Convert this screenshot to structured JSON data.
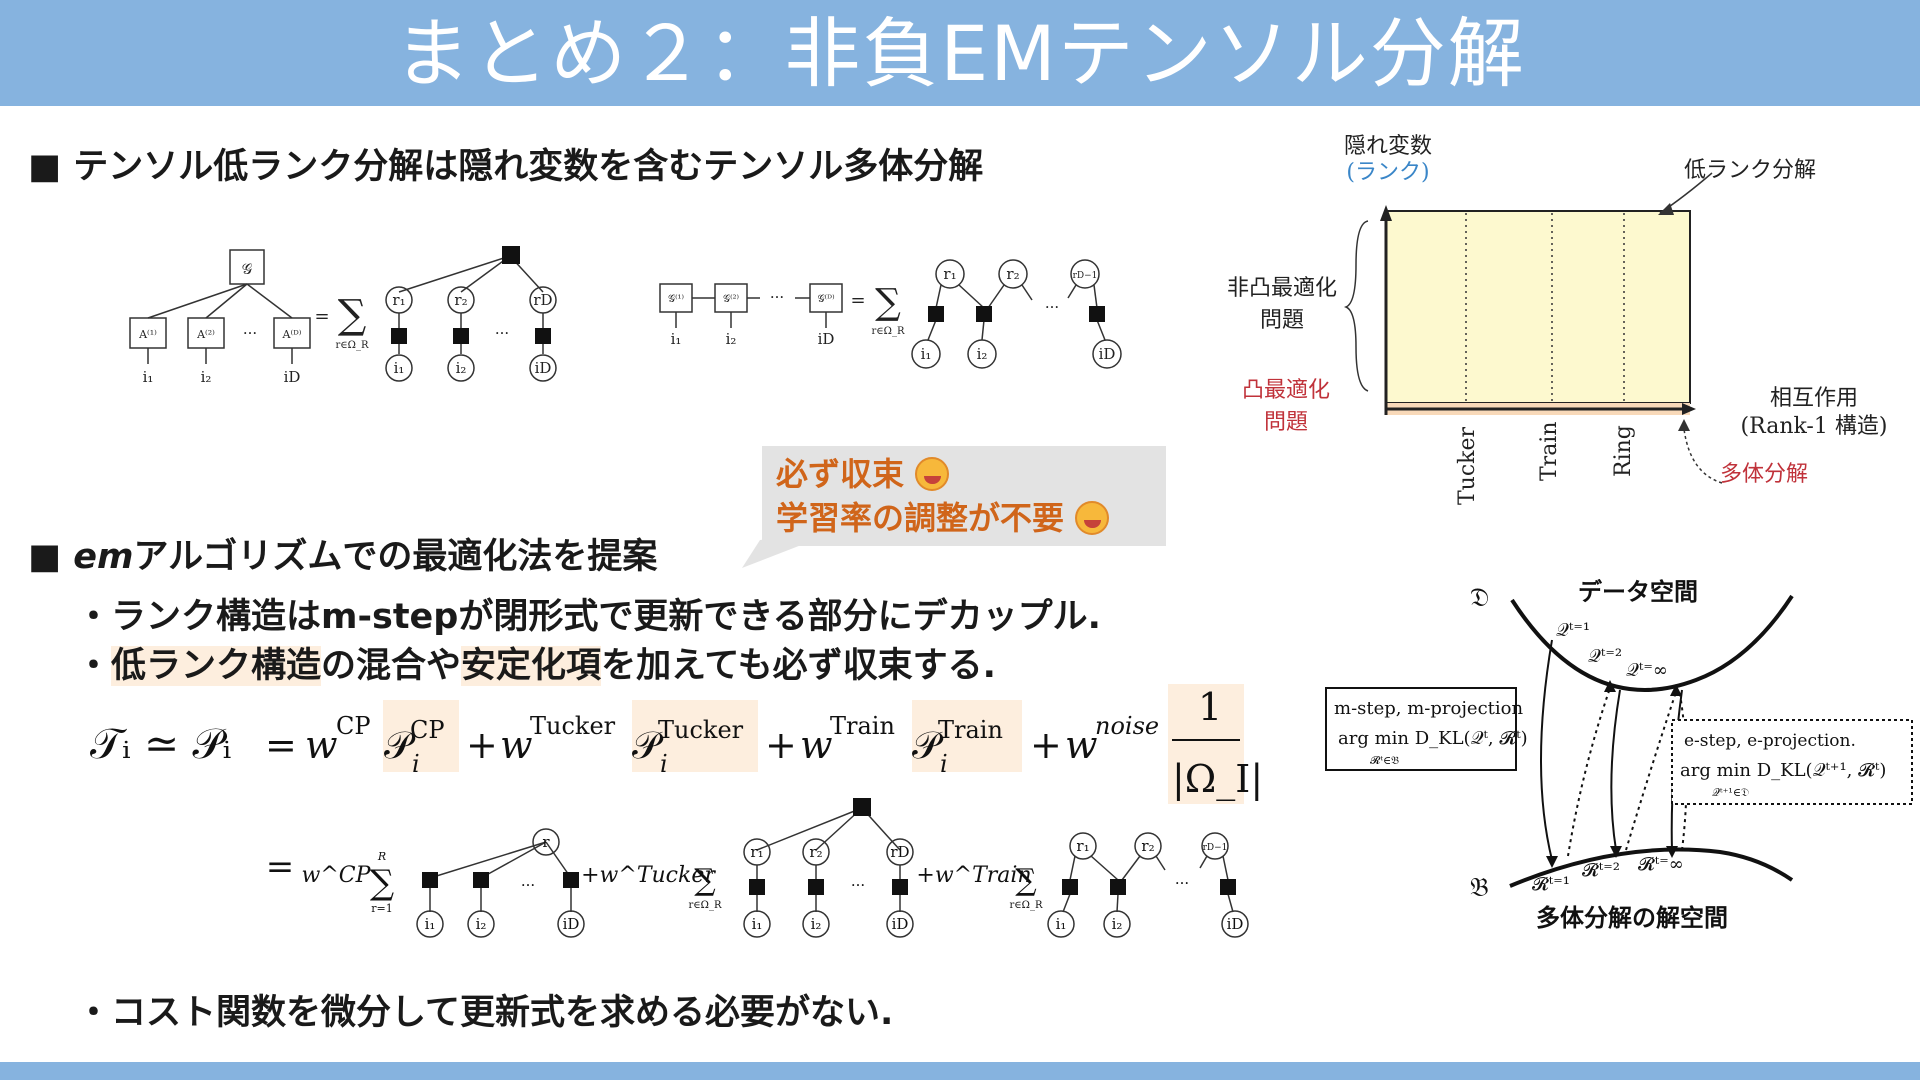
{
  "title": "まとめ２：非負EMテンソル分解",
  "bullets": {
    "b1": "■ テンソル低ランク分解は隠れ変数を含むテンソル多体分解",
    "b2_prefix": "■ ",
    "b2_em": "em",
    "b2_rest": "アルゴリズムでの最適化法を提案",
    "sub1": "・ランク構造はm-stepが閉形式で更新できる部分にデカップル.",
    "sub2_a": "・",
    "sub2_b": "低ランク構造",
    "sub2_c": "の混合や",
    "sub2_d": "安定化項",
    "sub2_e": "を加えても必ず収束する.",
    "sub3": "・コスト関数を微分して更新式を求める必要がない."
  },
  "callout": {
    "line1": "必ず収束",
    "line2": "学習率の調整が不要"
  },
  "tn_diagrams": {
    "core": "𝒢",
    "a1": "A⁽¹⁾",
    "a2": "A⁽²⁾",
    "aD": "A⁽ᴰ⁾",
    "g1": "𝒢⁽¹⁾",
    "g2": "𝒢⁽²⁾",
    "gD": "𝒢⁽ᴰ⁾",
    "i1": "i₁",
    "i2": "i₂",
    "iD": "iD",
    "r1": "r₁",
    "r2": "r₂",
    "rD": "rD",
    "rD1": "rD−1",
    "r": "r",
    "dots": "···",
    "eq": "=",
    "sum": "∑",
    "sum_sub": "r∈Ω_R",
    "sum_sub_cp": "r=1",
    "sum_sup_cp": "R"
  },
  "equation": {
    "lhs": "𝒯ᵢ ≃ 𝒫ᵢ",
    "eq": "=",
    "plus": "+",
    "w": "w",
    "cp": "CP",
    "tucker": "Tucker",
    "train": "Train",
    "noise": "noise",
    "p": "𝒫",
    "i": "i",
    "one": "1",
    "omega": "|Ω_I|",
    "eq2_prefix": "=",
    "eq2_w_cp": "w^CP",
    "eq2_w_tucker": "+w^Tucker",
    "eq2_w_train": "+w^Train"
  },
  "rank_chart": {
    "ylabel_line1": "隠れ変数",
    "ylabel_line2": "(ランク)",
    "low_rank": "低ランク分解",
    "nonconvex_1": "非凸最適化",
    "nonconvex_2": "問題",
    "convex_1": "凸最適化",
    "convex_2": "問題",
    "xlabel_1": "相互作用",
    "xlabel_2": "(Rank-1 構造)",
    "many_body": "多体分解",
    "ticks": [
      "Tucker",
      "Train",
      "Ring"
    ],
    "colors": {
      "region": "#fdf9cf",
      "convex_band": "#f8d9b9",
      "convex_text": "#c0323a",
      "rank_blue": "#3a86c8",
      "many_body": "#c0323a"
    }
  },
  "em_diagram": {
    "data_label": "データ空間",
    "model_label": "多体分解の解空間",
    "D": "𝔇",
    "B": "𝔅",
    "q1": "𝒬ᵗ⁼¹",
    "q2": "𝒬ᵗ⁼²",
    "qinf": "𝒬ᵗ⁼∞",
    "r1": "𝓡ᵗ⁼¹",
    "r2": "𝓡ᵗ⁼²",
    "rinf": "𝓡ᵗ⁼∞",
    "m_step_title": "m-step, m-projection",
    "m_step_formula": "arg min D_KL(𝒬ᵗ, 𝓡ᵗ)",
    "m_step_sub": "𝓡ᵗ∈𝔅",
    "e_step_title": "e-step, e-projection.",
    "e_step_formula": "arg min D_KL(𝒬ᵗ⁺¹, 𝓡ᵗ)",
    "e_step_sub": "𝒬ᵗ⁺¹∈𝔇"
  },
  "colors": {
    "title_bar": "#86b3df",
    "highlight": "#fdeede",
    "callout_text": "#d0651a"
  }
}
